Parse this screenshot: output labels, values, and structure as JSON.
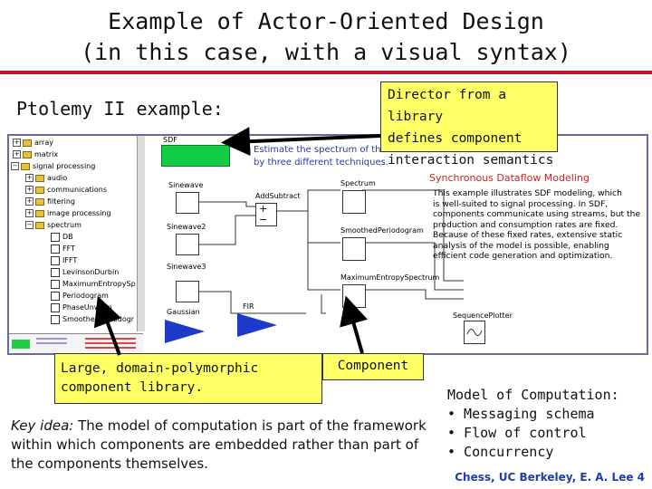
{
  "slide": {
    "title_line1": "Example of Actor-Oriented Design",
    "title_line2": "(in this case, with a visual syntax)",
    "subtitle": "Ptolemy II example:",
    "callouts": {
      "director": [
        "Director from a library",
        "defines component",
        "interaction semantics"
      ],
      "library": [
        "Large, domain-polymorphic",
        "component library."
      ],
      "component": "Component"
    },
    "key_idea": {
      "label": "Key idea:",
      "text": " The model of computation is part of the framework within which components are embedded rather than part of the components themselves."
    },
    "model_of_computation": {
      "heading": "Model of Computation:",
      "items": [
        "• Messaging schema",
        "• Flow of control",
        "• Concurrency"
      ]
    },
    "footer": "Chess, UC Berkeley, E. A. Lee 4",
    "colors": {
      "accent_rule": "#b11a2a",
      "callout_bg": "#ffff66",
      "arrow": "#000000",
      "footer": "#1a40b0",
      "director_box": "#11cc44"
    }
  },
  "screenshot": {
    "library_tree": [
      {
        "label": "array",
        "kind": "folder",
        "level": 1
      },
      {
        "label": "matrix",
        "kind": "folder",
        "level": 1
      },
      {
        "label": "signal processing",
        "kind": "folder",
        "level": 0
      },
      {
        "label": "audio",
        "kind": "folder",
        "level": 1
      },
      {
        "label": "communications",
        "kind": "folder",
        "level": 1
      },
      {
        "label": "filtering",
        "kind": "folder",
        "level": 1
      },
      {
        "label": "image processing",
        "kind": "folder",
        "level": 1
      },
      {
        "label": "spectrum",
        "kind": "folder",
        "level": 1
      },
      {
        "label": "DB",
        "kind": "leaf",
        "level": 2
      },
      {
        "label": "FFT",
        "kind": "leaf",
        "level": 2
      },
      {
        "label": "IFFT",
        "kind": "leaf",
        "level": 2
      },
      {
        "label": "LevinsonDurbin",
        "kind": "leaf",
        "level": 2
      },
      {
        "label": "MaximumEntropySp",
        "kind": "leaf",
        "level": 2
      },
      {
        "label": "Periodogram",
        "kind": "leaf",
        "level": 2
      },
      {
        "label": "PhaseUnwrap",
        "kind": "leaf",
        "level": 2
      },
      {
        "label": "SmoothedPeriodogr",
        "kind": "leaf",
        "level": 2
      }
    ],
    "director_label": "SDF",
    "model_caption": [
      "Estimate the spectrum of three",
      "by three different techniques."
    ],
    "actors": {
      "sinewave": "Sinewave",
      "sinewave2": "Sinewave2",
      "sinewave3": "Sinewave3",
      "gaussian": "Gaussian",
      "add_subtract": "AddSubtract",
      "fir": "FIR",
      "spectrum": "Spectrum",
      "smoothed": "SmoothedPeriodogram",
      "max_entropy": "MaximumEntropySpectrum",
      "plotter": "SequencePlotter"
    },
    "description_title": "Synchronous Dataflow Modeling",
    "description_lines": [
      "This example illustrates SDF modeling, which",
      "is well-suited to signal processing. In SDF,",
      "components communicate using streams, but the",
      "production and consumption rates are fixed.",
      "Because of these fixed rates, extensive static",
      "analysis of the model is possible, enabling",
      "efficient code generation and optimization."
    ]
  }
}
